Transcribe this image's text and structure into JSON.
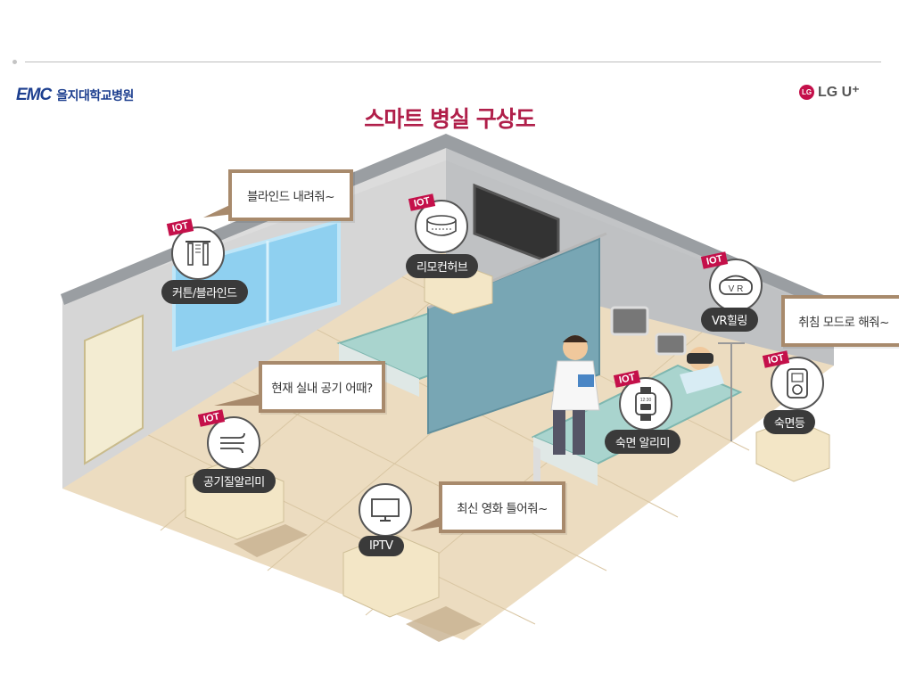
{
  "header": {
    "logo_left_mark": "EMC",
    "logo_left_text": "을지대학교병원",
    "logo_right_mark": "LG",
    "logo_right_text": "LG U⁺",
    "title": "스마트 병실 구상도"
  },
  "badge_label": "IOT",
  "devices": [
    {
      "label": "커튼/블라인드",
      "icon": "curtain-blind-icon"
    },
    {
      "label": "리모컨허브",
      "icon": "remote-hub-icon"
    },
    {
      "label": "VR힐링",
      "icon": "vr-headset-icon"
    },
    {
      "label": "숙면등",
      "icon": "sleep-light-icon"
    },
    {
      "label": "숙면 알리미",
      "icon": "smartwatch-icon"
    },
    {
      "label": "공기질알리미",
      "icon": "air-quality-icon"
    },
    {
      "label": "IPTV",
      "icon": "tv-icon"
    }
  ],
  "speech": [
    "블라인드 내려줘~",
    "현재 실내 공기 어때?",
    "최신 영화 틀어줘~",
    "취침 모드로 해줘~"
  ],
  "watch_time": "12:30",
  "vr_text": "V R",
  "colors": {
    "accent": "#b01f4a",
    "iot": "#c4104a",
    "bubble_border": "#a88a6c",
    "brand_blue": "#1d3f8f"
  }
}
